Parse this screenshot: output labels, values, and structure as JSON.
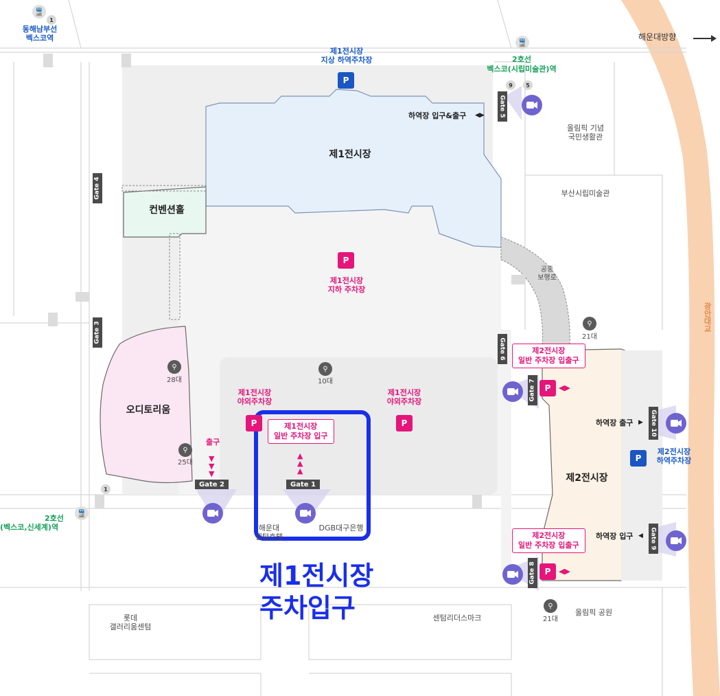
{
  "map": {
    "title": "제1전시장 주차입구",
    "highlight": {
      "line1": "제1전시장",
      "line2": "주차입구",
      "color": "#1a2fe8"
    },
    "colors": {
      "parking_underground": "#e5157a",
      "parking_loading": "#1b56c2",
      "camera": "#6f64cf",
      "subway_line2": "#17a05a",
      "river": "#f6c9a6"
    },
    "buildings": {
      "hall1": "제1전시장",
      "hall2": "제2전시장",
      "convention": "컨벤션홀",
      "auditorium": "오디토리움",
      "olympic_center": "올림픽 기념\n국민생활관",
      "art_museum": "부산시립미술관",
      "skybridge": "공중\n보행로",
      "olympic_park": "올림픽 공원",
      "lotte": "롯데\n갤러리움센텀",
      "centum": "센텀리더스마크",
      "dgb": "DGB대구은행",
      "haeundae": "해운대\n센텀호텔"
    },
    "stations": {
      "donghae": "동해남부선\n벡스코역",
      "line2_top_name": "2호선",
      "line2_top_station": "벡스코(시립미술관)역",
      "line2_left_name": "2호선",
      "line2_left_station": "(벡스코,신세계)역",
      "haeundae_dir": "해운대방향"
    },
    "parking": {
      "p1_top": "제1전시장\n지상 하역주차장",
      "p1_under": "제1전시장\n지하 주차장",
      "p1_out_left": "제1전시장\n야외주차장",
      "p1_out_right": "제1전시장\n야외주차장",
      "p1_general": "제1전시장\n일반 주차장 입구",
      "p2_top": "제2전시장\n일반 주차장 입출구",
      "p2_bottom": "제2전시장\n일반 주차장 입출구",
      "p2_loading": "제2전시장\n하역주차장",
      "exit_label": "출구",
      "loading_entry_exit": "하역장 입구&출구",
      "loading_exit": "하역장 출구",
      "loading_entry": "하역장 입구",
      "p_letter": "P"
    },
    "gates": {
      "g1": "Gate 1",
      "g2": "Gate 2",
      "g3": "Gate 3",
      "g4": "Gate 4",
      "g5": "Gate 5",
      "g6": "Gate 6",
      "g7": "Gate 7",
      "g8": "Gate 8",
      "g9": "Gate 9",
      "g10": "Gate 10"
    },
    "bikes": {
      "b28": "28대",
      "b25": "25대",
      "b10": "10대",
      "b21_right": "21대",
      "b21_bottom": "21대"
    },
    "numbers": {
      "n1a": "1",
      "n1b": "1",
      "n9": "9",
      "n5": "5"
    },
    "river": "광안대교",
    "icons": {
      "camera": "camera-icon",
      "bike": "bicycle-icon",
      "subway": "subway-icon",
      "arrow": "arrow-right-icon"
    }
  }
}
